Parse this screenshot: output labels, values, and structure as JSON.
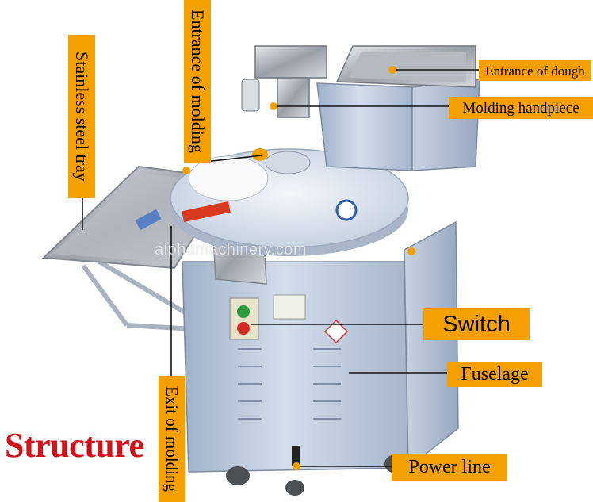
{
  "title": "Structure",
  "watermark": "alphamachinery.com",
  "labels": {
    "stainless_steel_tray": "Stainless steel tray",
    "entrance_of_molding": "Entrance of molding",
    "entrance_of_dough": "Entrance of dough",
    "molding_handpiece": "Molding handpiece",
    "switch": "Switch",
    "fuselage": "Fuselage",
    "exit_of_molding": "Exit of molding",
    "power_line": "Power line"
  },
  "colors": {
    "label_bg": "#f6a000",
    "title": "#d11219",
    "machine_body": "#b9c8dc",
    "steel": "#c9cdd2"
  }
}
